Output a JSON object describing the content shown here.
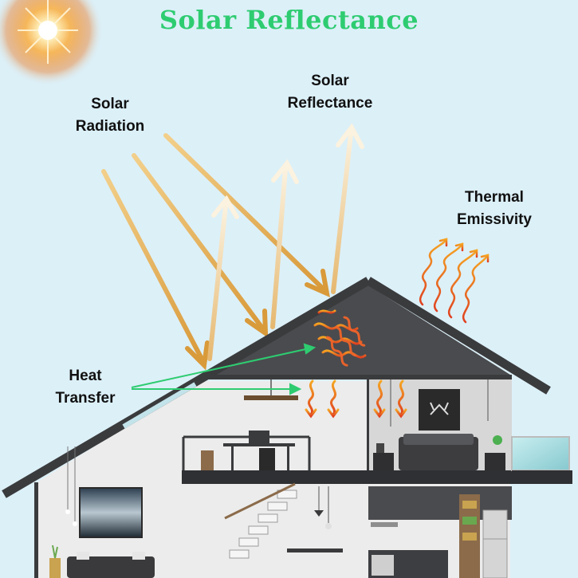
{
  "title": "Solar Reflectance",
  "labels": {
    "solar_radiation": [
      "Solar",
      "Radiation"
    ],
    "solar_reflectance": [
      "Solar",
      "Reflectance"
    ],
    "thermal_emissivity": [
      "Thermal",
      "Emissivity"
    ],
    "heat_transfer": [
      "Heat",
      "Transfer"
    ]
  },
  "colors": {
    "sky": "#dcf0f8",
    "sun": "#f39c12",
    "radiation_arrow": "#e8b45a",
    "reflect_arrow": "#f5deb0",
    "heat_wave": "#e74c3c",
    "heat_transfer_arrow": "#2ecc71",
    "roof": "#3a3b3d"
  }
}
